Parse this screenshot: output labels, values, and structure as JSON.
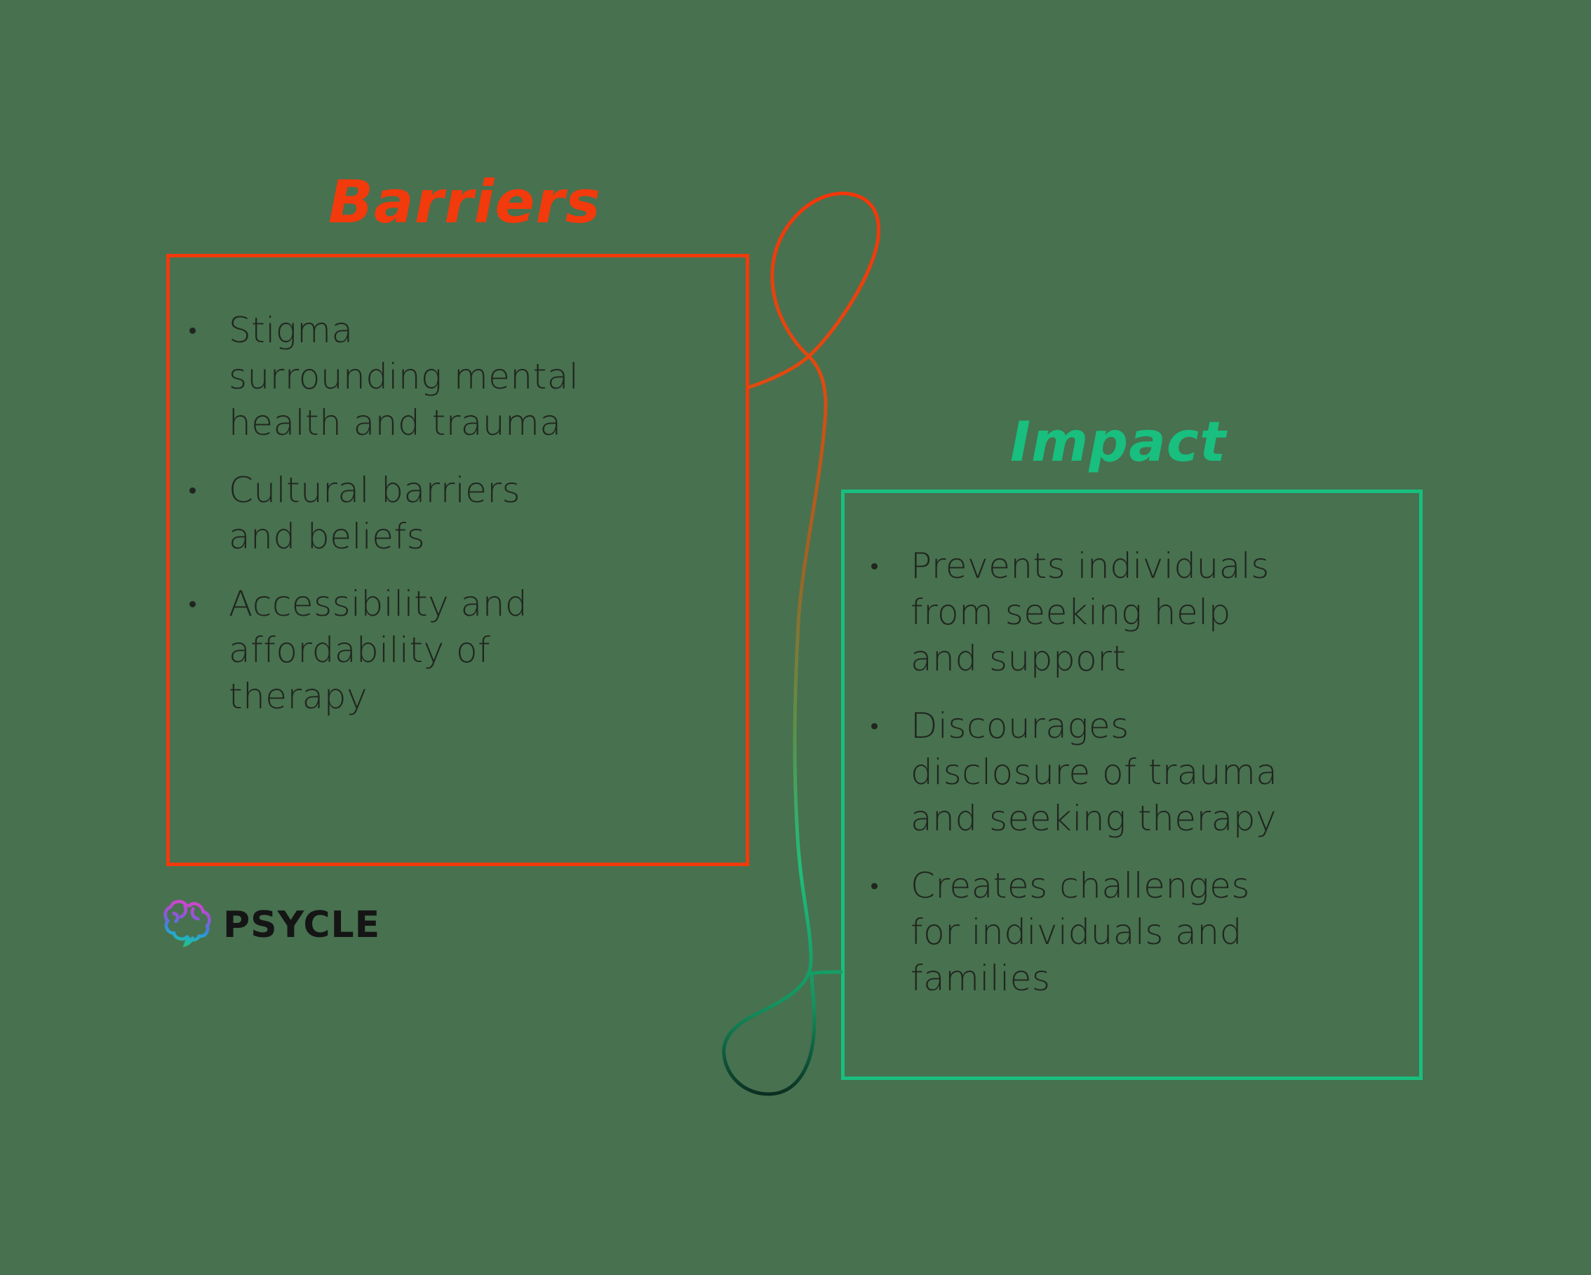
{
  "colors": {
    "background": "#48714F",
    "barriers_accent": "#F23A0C",
    "impact_accent": "#18BF7E",
    "body_text": "#20261F",
    "logo_text": "#151515",
    "thread_gradient": [
      "#F5360A",
      "#E1490F",
      "#9A6526",
      "#58924C",
      "#1FBE7B",
      "#129460",
      "#0C2F22"
    ],
    "brain_gradient": [
      "#D843C6",
      "#8E56DB",
      "#3E84DF",
      "#23AECB",
      "#25C17F"
    ]
  },
  "barriers": {
    "title": "Barriers",
    "items": [
      "Stigma\nsurrounding mental\nhealth and trauma",
      "Cultural barriers\nand beliefs",
      "Accessibility and\naffordability of\ntherapy"
    ]
  },
  "impact": {
    "title": "Impact",
    "items": [
      "Prevents individuals\nfrom seeking help\nand support",
      "Discourages\ndisclosure of trauma\nand seeking therapy",
      "Creates challenges\nfor individuals and\nfamilies"
    ]
  },
  "logo": {
    "text": "PSYCLE",
    "icon": "brain-icon"
  },
  "decorations": {
    "connector": "gradient thread with balloon loop at top and teardrop loop at bottom linking the two panels"
  }
}
